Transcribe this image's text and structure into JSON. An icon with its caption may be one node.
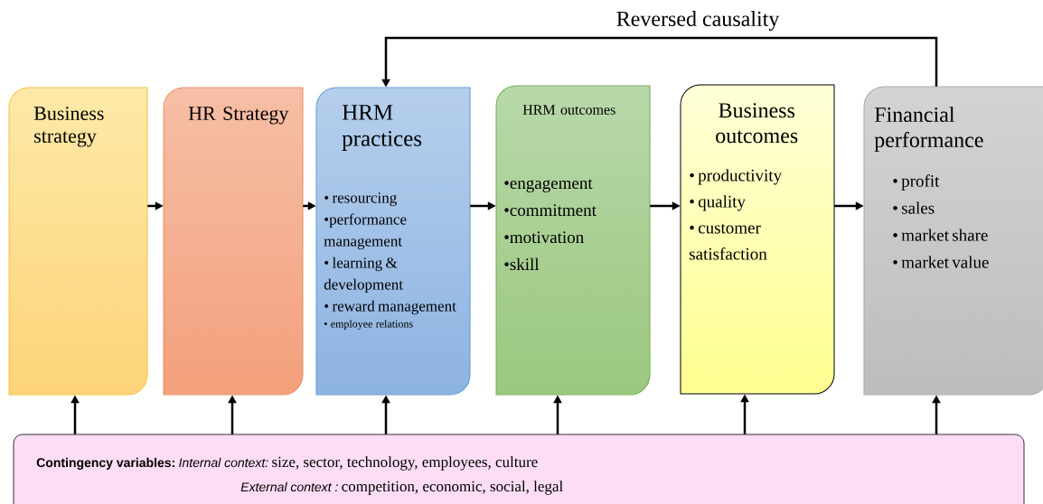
{
  "diagram": {
    "nodes": [
      {
        "text": [
          "Business strategy"
        ]
      },
      {
        "text": [
          "HR Strategy"
        ]
      },
      {
        "text": [
          "HRM practices",
          "• resourcing",
          "•performance management",
          "• learning & development",
          "• reward management",
          "• employee relations"
        ]
      },
      {
        "text": [
          "HRM outcomes",
          "•engagement",
          "•commitment",
          "•motivation",
          "•skill"
        ]
      },
      {
        "text": [
          "Business outcomes",
          "• productivity",
          "• quality",
          "• customer satisfaction"
        ]
      },
      {
        "text": [
          "Financial performance",
          "• profit",
          "• sales",
          "• market share",
          "• market value"
        ]
      },
      {
        "text": [
          "Contingency variables:",
          "Internal context:",
          "size, sector, technology, employees, culture",
          "External context :",
          "competition, economic, social, legal"
        ]
      }
    ],
    "edges": [
      {
        "from": 0,
        "to": 1,
        "arrow": "to"
      },
      {
        "from": 1,
        "to": 2,
        "arrow": "to"
      },
      {
        "from": 2,
        "to": 3,
        "arrow": "to"
      },
      {
        "from": 3,
        "to": 4,
        "arrow": "to"
      },
      {
        "from": 4,
        "to": 5,
        "arrow": "to"
      },
      {
        "from": 5,
        "to": 2,
        "arrow": "to",
        "label": "Reversed causality"
      },
      {
        "from": 6,
        "to": 0,
        "arrow": "to"
      },
      {
        "from": 6,
        "to": 1,
        "arrow": "to"
      },
      {
        "from": 6,
        "to": 2,
        "arrow": "to"
      },
      {
        "from": 6,
        "to": 3,
        "arrow": "to"
      },
      {
        "from": 6,
        "to": 4,
        "arrow": "to"
      },
      {
        "from": 6,
        "to": 5,
        "arrow": "to"
      }
    ]
  }
}
